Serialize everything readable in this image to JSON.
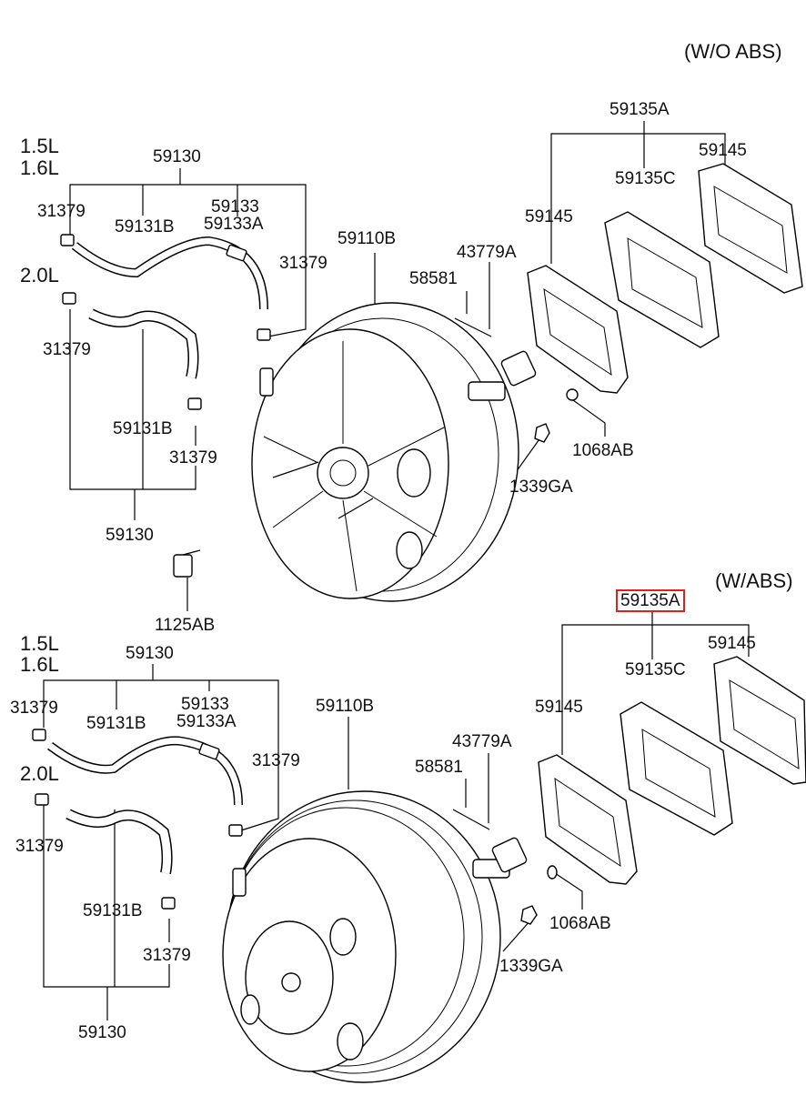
{
  "variants": {
    "top": {
      "title": "(W/O ABS)",
      "engine_small": [
        "1.5L",
        "1.6L"
      ],
      "engine_large": "2.0L",
      "parts": {
        "hose_assy_upper": "59130",
        "hose_assy_lower": "59130",
        "hose_a": "59131B",
        "hose_b": "59131B",
        "check_valve": "59133",
        "check_valve_a": "59133A",
        "clamp_1": "31379",
        "clamp_2": "31379",
        "clamp_3": "31379",
        "clamp_4": "31379",
        "booster": "59110B",
        "clevis_pin": "43779A",
        "pin": "58581",
        "gasket_set": "59135A",
        "gasket_1": "59145",
        "gasket_2": "59145",
        "spacer": "59135C",
        "washer": "1068AB",
        "nut": "1339GA",
        "bolt": "1125AB"
      }
    },
    "bottom": {
      "title": "(W/ABS)",
      "engine_small": [
        "1.5L",
        "1.6L"
      ],
      "engine_large": "2.0L",
      "highlight_color": "#e0201a",
      "parts": {
        "hose_assy_upper": "59130",
        "hose_assy_lower": "59130",
        "hose_a": "59131B",
        "hose_b": "59131B",
        "check_valve": "59133",
        "check_valve_a": "59133A",
        "clamp_1": "31379",
        "clamp_2": "31379",
        "clamp_3": "31379",
        "clamp_4": "31379",
        "booster": "59110B",
        "clevis_pin": "43779A",
        "pin": "58581",
        "gasket_set": "59135A",
        "gasket_1": "59145",
        "gasket_2": "59145",
        "spacer": "59135C",
        "washer": "1068AB",
        "nut": "1339GA"
      }
    }
  }
}
